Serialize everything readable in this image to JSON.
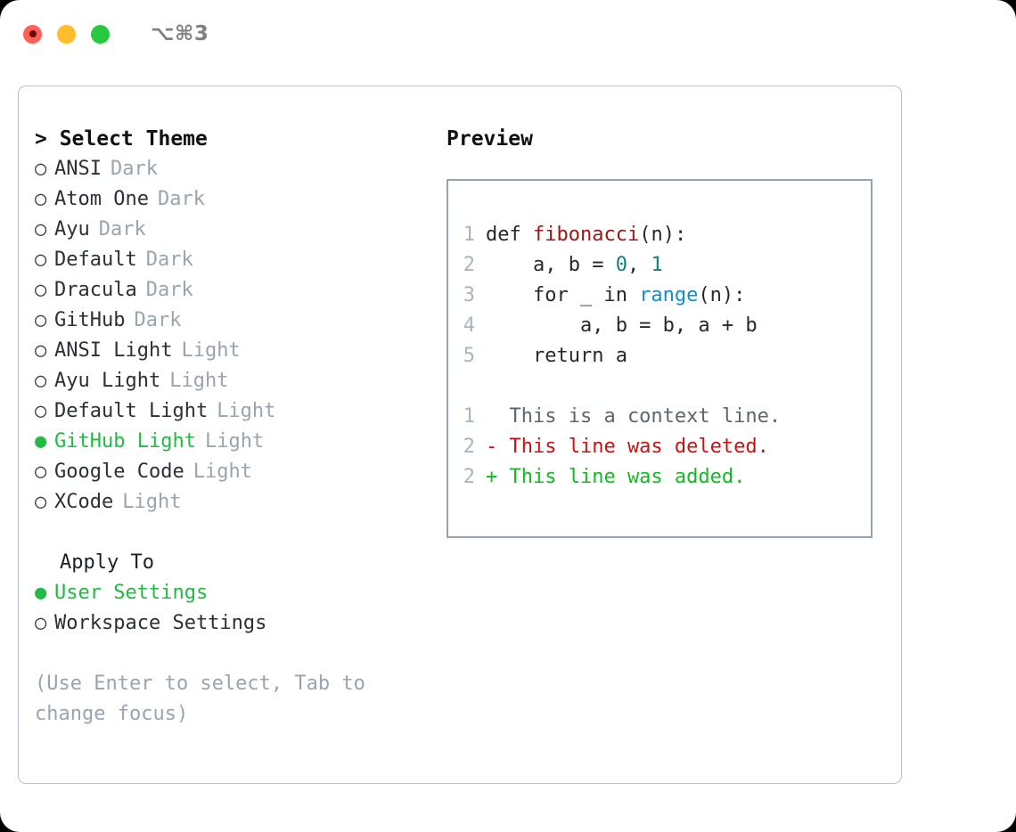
{
  "titlebar": {
    "traffic_lights": [
      {
        "name": "close",
        "color": "#ff6157"
      },
      {
        "name": "minimize",
        "color": "#ffbd2e"
      },
      {
        "name": "maximize",
        "color": "#26c940"
      }
    ],
    "shortcut": "⌥⌘3"
  },
  "theme_panel": {
    "heading": "> Select Theme",
    "options": [
      {
        "marker": "○",
        "label": "ANSI",
        "tag": "Dark",
        "selected": false
      },
      {
        "marker": "○",
        "label": "Atom One",
        "tag": "Dark",
        "selected": false
      },
      {
        "marker": "○",
        "label": "Ayu",
        "tag": "Dark",
        "selected": false
      },
      {
        "marker": "○",
        "label": "Default",
        "tag": "Dark",
        "selected": false
      },
      {
        "marker": "○",
        "label": "Dracula",
        "tag": "Dark",
        "selected": false
      },
      {
        "marker": "○",
        "label": "GitHub",
        "tag": "Dark",
        "selected": false
      },
      {
        "marker": "○",
        "label": "ANSI Light",
        "tag": "Light",
        "selected": false
      },
      {
        "marker": "○",
        "label": "Ayu Light",
        "tag": "Light",
        "selected": false
      },
      {
        "marker": "○",
        "label": "Default Light",
        "tag": "Light",
        "selected": false
      },
      {
        "marker": "●",
        "label": "GitHub Light",
        "tag": "Light",
        "selected": true
      },
      {
        "marker": "○",
        "label": "Google Code",
        "tag": "Light",
        "selected": false
      },
      {
        "marker": "○",
        "label": "XCode",
        "tag": "Light",
        "selected": false
      }
    ]
  },
  "apply_to": {
    "heading": "Apply To",
    "options": [
      {
        "marker": "●",
        "label": "User Settings",
        "selected": true
      },
      {
        "marker": "○",
        "label": "Workspace Settings",
        "selected": false
      }
    ]
  },
  "hint": "(Use Enter to select, Tab to change focus)",
  "preview": {
    "heading": "Preview",
    "code_lines": [
      {
        "n": "1",
        "parts": [
          {
            "t": "def ",
            "c": "plain"
          },
          {
            "t": "fibonacci",
            "c": "fn"
          },
          {
            "t": "(n):",
            "c": "plain"
          }
        ]
      },
      {
        "n": "2",
        "parts": [
          {
            "t": "    a, b = ",
            "c": "plain"
          },
          {
            "t": "0",
            "c": "num"
          },
          {
            "t": ", ",
            "c": "plain"
          },
          {
            "t": "1",
            "c": "num"
          }
        ]
      },
      {
        "n": "3",
        "parts": [
          {
            "t": "    for _ in ",
            "c": "plain"
          },
          {
            "t": "range",
            "c": "call"
          },
          {
            "t": "(n):",
            "c": "plain"
          }
        ]
      },
      {
        "n": "4",
        "parts": [
          {
            "t": "        a, b = b, a + b",
            "c": "plain"
          }
        ]
      },
      {
        "n": "5",
        "parts": [
          {
            "t": "    return a",
            "c": "plain"
          }
        ]
      }
    ],
    "diff_lines": [
      {
        "n": "1",
        "text": "  This is a context line.",
        "kind": "ctx"
      },
      {
        "n": "2",
        "text": "- This line was deleted.",
        "kind": "del"
      },
      {
        "n": "2",
        "text": "+ This line was added.",
        "kind": "add"
      }
    ]
  },
  "colors": {
    "accent_green": "#21bb44",
    "muted": "#9aa4b0",
    "panel_border": "#b9c2cc",
    "preview_border": "#96a3b2",
    "syntax_function": "#a01717",
    "syntax_number": "#17807f",
    "syntax_call": "#0d8fc9",
    "diff_delete": "#cc1111",
    "diff_add": "#11bb22",
    "lineno": "#aab4bf"
  }
}
